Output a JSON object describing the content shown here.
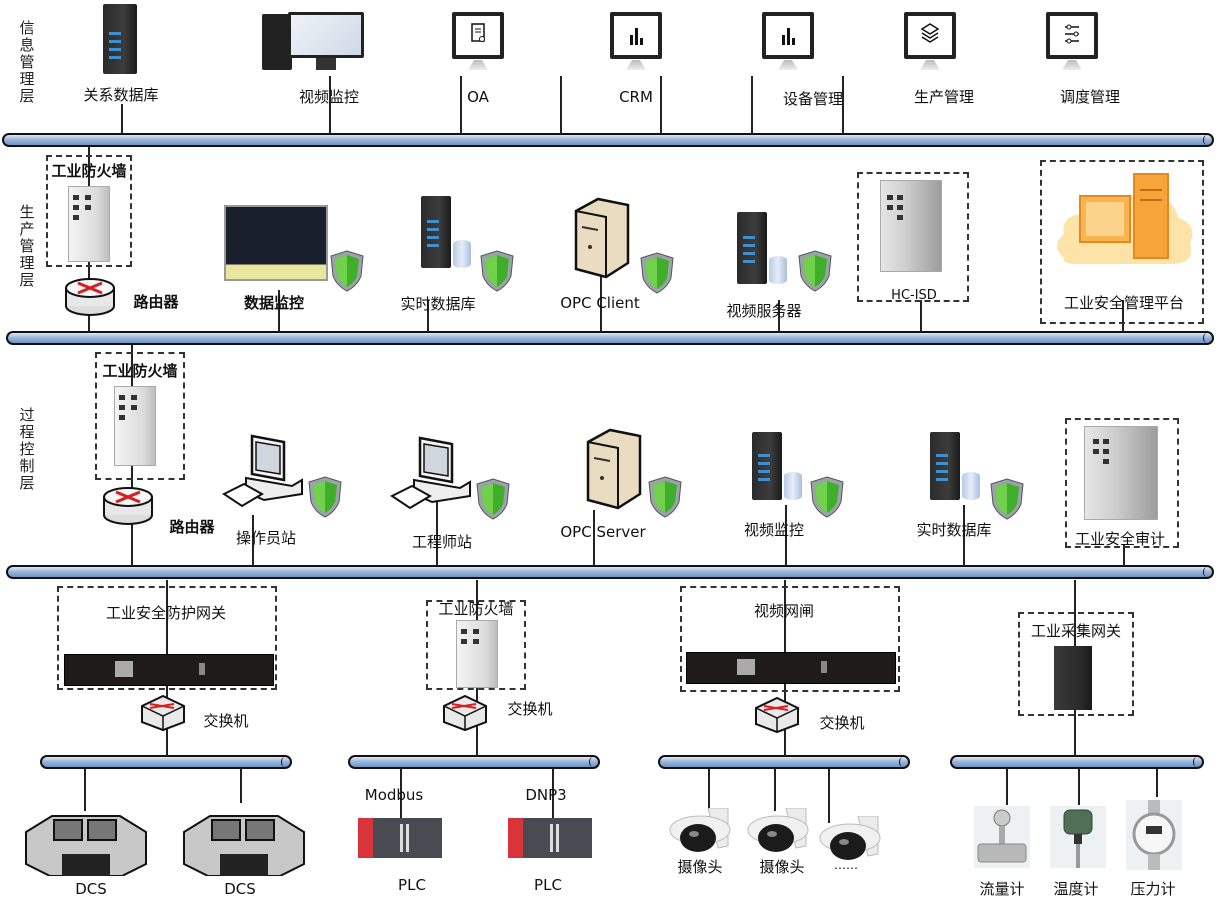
{
  "layers": {
    "info": "信息管理层",
    "production": "生产管理层",
    "process": "过程控制层"
  },
  "info_layer": {
    "nodes": [
      {
        "label": "关系数据库",
        "icon": "server-icon"
      },
      {
        "label": "视频监控",
        "icon": "desktop-computer-icon"
      },
      {
        "label": "OA",
        "icon": "clipboard-monitor-icon"
      },
      {
        "label": "CRM",
        "icon": "bar-chart-monitor-icon"
      },
      {
        "label": "设备管理",
        "icon": "bar-chart-monitor-icon"
      },
      {
        "label": "生产管理",
        "icon": "layers-monitor-icon"
      },
      {
        "label": "调度管理",
        "icon": "sliders-monitor-icon"
      }
    ]
  },
  "production_layer": {
    "firewall": "工业防火墙",
    "router": "路由器",
    "nodes": [
      {
        "label": "数据监控"
      },
      {
        "label": "实时数据库"
      },
      {
        "label": "OPC Client"
      },
      {
        "label": "视频服务器"
      },
      {
        "label": "HC-ISD"
      },
      {
        "label": "工业安全管理平台"
      }
    ]
  },
  "process_layer": {
    "firewall": "工业防火墙",
    "router": "路由器",
    "nodes": [
      {
        "label": "操作员站"
      },
      {
        "label": "工程师站"
      },
      {
        "label": "OPC Server"
      },
      {
        "label": "视频监控"
      },
      {
        "label": "实时数据库"
      },
      {
        "label": "工业安全审计"
      }
    ]
  },
  "field_layer": {
    "groups": [
      {
        "gateway": "工业安全防护网关",
        "switch": "交换机",
        "devices": [
          {
            "label": "DCS"
          },
          {
            "label": "DCS"
          }
        ]
      },
      {
        "gateway": "工业防火墙",
        "switch": "交换机",
        "protocols": [
          "Modbus",
          "DNP3"
        ],
        "devices": [
          {
            "label": "PLC"
          },
          {
            "label": "PLC"
          }
        ]
      },
      {
        "gateway": "视频网闸",
        "switch": "交换机",
        "devices": [
          {
            "label": "摄像头"
          },
          {
            "label": "摄像头"
          },
          {
            "label": "……"
          }
        ]
      },
      {
        "gateway": "工业采集网关",
        "devices": [
          {
            "label": "流量计"
          },
          {
            "label": "温度计"
          },
          {
            "label": "压力计"
          }
        ]
      }
    ]
  },
  "colors": {
    "pipe_top": "#dfe9f5",
    "pipe_bottom": "#6f93c4",
    "shield_green": "#3fae2a",
    "router_arrow": "#d42020",
    "server_led": "#3f8fd0",
    "platform_orange": "#f4a640"
  }
}
